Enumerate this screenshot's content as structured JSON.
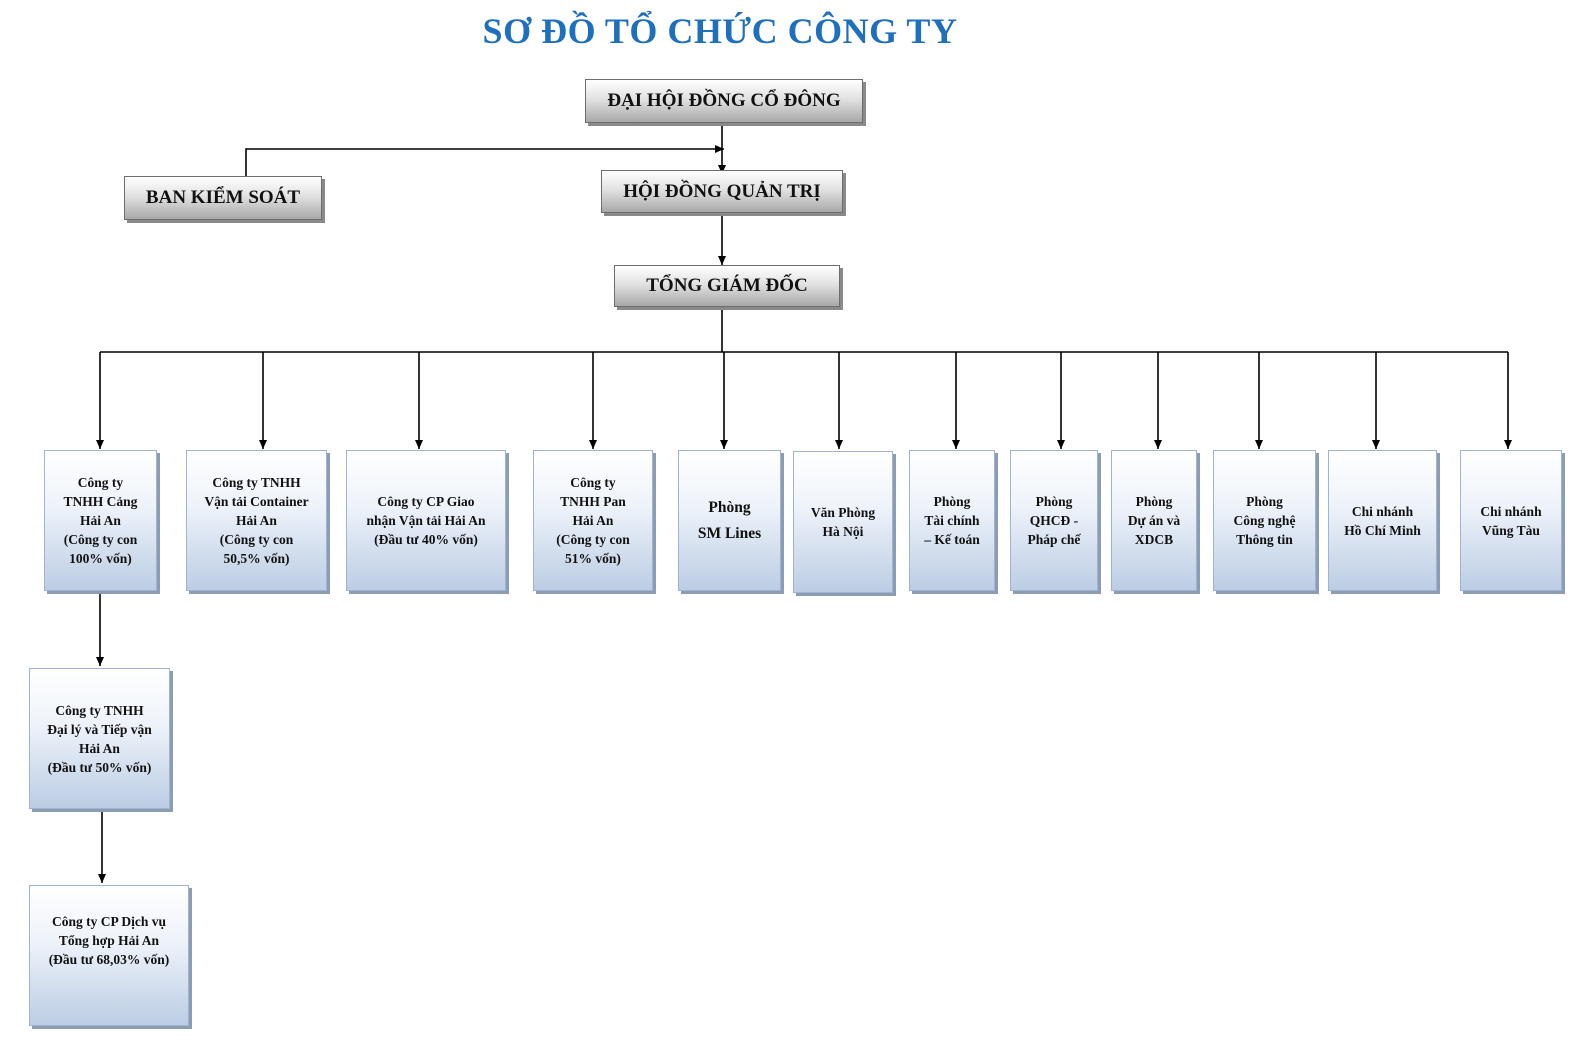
{
  "title": "SƠ ĐỒ TỔ CHỨC CÔNG TY",
  "leadership": {
    "shareholders": "ĐẠI HỘI ĐỒNG CỔ ĐÔNG",
    "supervisory": "BAN KIỂM SOÁT",
    "board": "HỘI ĐỒNG QUẢN TRỊ",
    "ceo": "TỔNG GIÁM ĐỐC"
  },
  "units": [
    "Công ty\nTNHH Cảng\nHải An\n(Công ty con\n100% vốn)",
    "Công ty TNHH\nVận tải Container\nHải An\n(Công ty con\n50,5% vốn)",
    "Công ty CP Giao\nnhận Vận tải Hải An\n(Đầu tư 40%  vốn)",
    "Công ty\nTNHH Pan\nHải An\n(Công ty con\n51%  vốn)",
    "Phòng\nSM Lines",
    "Văn Phòng\nHà Nội",
    "Phòng\nTài chính\n– Kế toán",
    "Phòng\nQHCĐ -\nPháp chế",
    "Phòng\nDự án và\nXDCB",
    "Phòng\nCông nghệ\nThông tin",
    "Chi nhánh\nHồ Chí Minh",
    "Chi nhánh\nVũng Tàu"
  ],
  "sub_units": {
    "agency": "Công ty TNHH\nĐại lý và Tiếp vận\nHải An\n(Đầu tư 50% vốn)",
    "services": "Công ty CP  Dịch vụ\nTổng hợp Hải An\n(Đầu tư 68,03% vốn)"
  }
}
